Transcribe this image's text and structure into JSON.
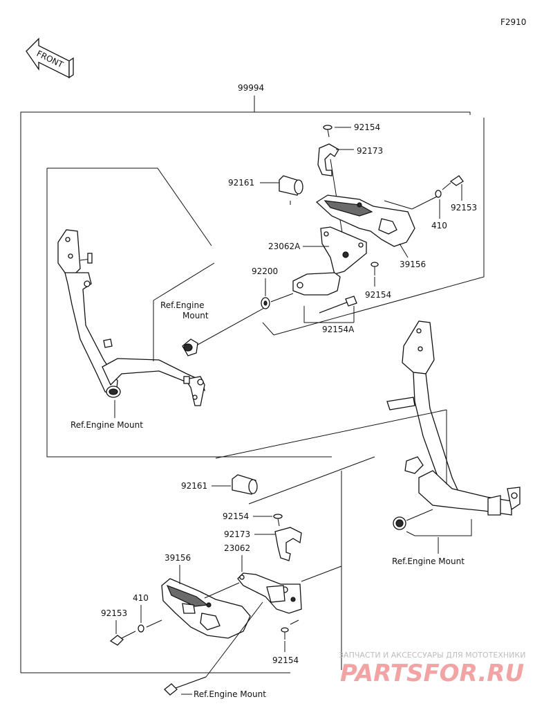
{
  "figure_code": "F2910",
  "front_arrow": {
    "label": "FRONT"
  },
  "assembly_label": "99994",
  "labels": {
    "p92154_top": "92154",
    "p92173_top": "92173",
    "p92161_top": "92161",
    "p92153_top": "92153",
    "p410_top": "410",
    "p23062A": "23062A",
    "p39156_top": "39156",
    "p92200": "92200",
    "p92154_mid": "92154",
    "p92154A": "92154A",
    "ref_engine_mount_1a": "Ref.Engine",
    "ref_engine_mount_1b": "Mount",
    "ref_engine_mount_2": "Ref.Engine Mount",
    "p92161_bot": "92161",
    "p92154_bot1": "92154",
    "p92173_bot": "92173",
    "p23062": "23062",
    "p39156_bot": "39156",
    "p410_bot": "410",
    "p92153_bot": "92153",
    "p92154_bot2": "92154",
    "ref_engine_mount_3": "Ref.Engine Mount",
    "ref_engine_mount_4": "Ref.Engine Mount"
  },
  "watermark": {
    "tagline": "ЗАПЧАСТИ И АКСЕССУАРЫ ДЛЯ МОТОТЕХНИКИ",
    "logo": "PARTSFOR.RU"
  }
}
